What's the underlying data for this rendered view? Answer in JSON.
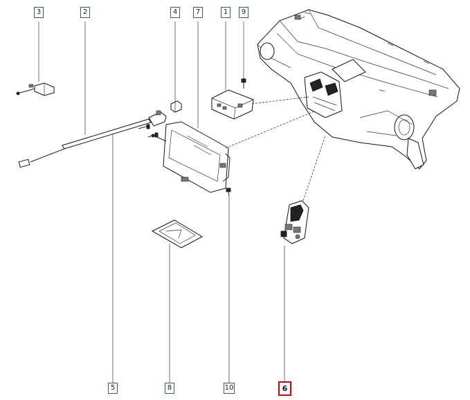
{
  "diagram": {
    "callouts": [
      {
        "id": "3",
        "label": "3",
        "highlight": false
      },
      {
        "id": "2",
        "label": "2",
        "highlight": false
      },
      {
        "id": "4",
        "label": "4",
        "highlight": false
      },
      {
        "id": "7",
        "label": "7",
        "highlight": false
      },
      {
        "id": "1",
        "label": "1",
        "highlight": false
      },
      {
        "id": "9",
        "label": "9",
        "highlight": false
      },
      {
        "id": "5",
        "label": "5",
        "highlight": false
      },
      {
        "id": "8",
        "label": "8",
        "highlight": false
      },
      {
        "id": "10",
        "label": "10",
        "highlight": false
      },
      {
        "id": "6",
        "label": "6",
        "highlight": true
      }
    ],
    "colors": {
      "callout_border": "#2f5d7c",
      "highlight_border": "#e00000",
      "line": "#222222",
      "background": "#ffffff"
    }
  }
}
